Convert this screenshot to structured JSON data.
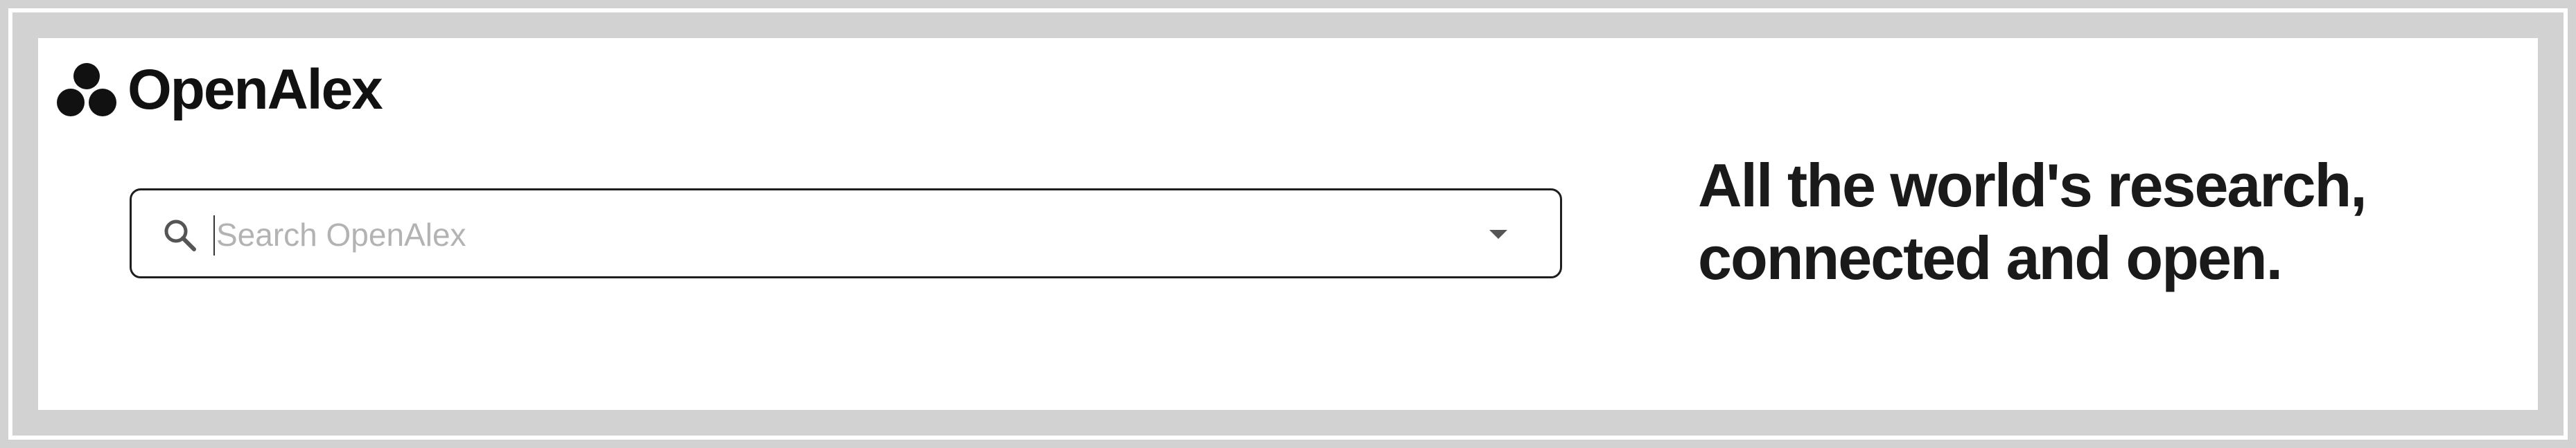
{
  "brand": {
    "name": "OpenAlex",
    "logo_icon": "openalex-logo-icon"
  },
  "search": {
    "placeholder": "Search OpenAlex",
    "value": "",
    "icon": "search-icon",
    "dropdown_icon": "caret-down-icon"
  },
  "hero": {
    "line1": "All the world's research,",
    "line2": "connected and open."
  },
  "colors": {
    "frame": "#d2d2d2",
    "text": "#111111",
    "placeholder": "#b3b3b3",
    "border": "#1e1e1e"
  }
}
